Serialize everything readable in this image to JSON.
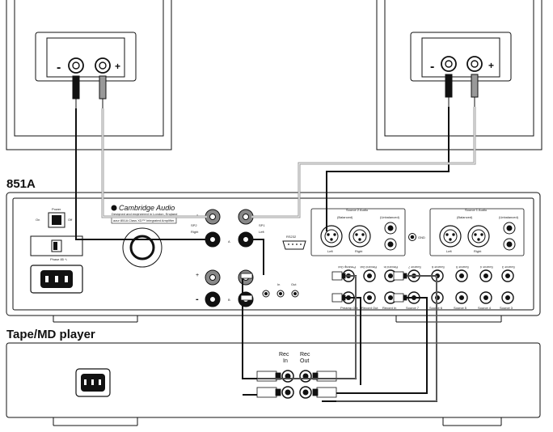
{
  "amplifier": {
    "model_heading": "851A",
    "brand": "Cambridge Audio",
    "brand_tagline": "Designed and engineered in London, England",
    "model_line": "azur 851A Class XD™ Integrated Amplifier",
    "power_label": "Power",
    "power_on": "On",
    "power_off": "Off",
    "voltage_label": "Phase 85 ∿",
    "speaker_terminals": {
      "plus": "+",
      "minus": "-",
      "a": "A",
      "b": "B",
      "right": "Right",
      "left": "Left",
      "spk1": "SP1",
      "spk2": "SP2"
    },
    "rs232_label": "RS232",
    "gnd_label": "GND",
    "source2_title": "Source 2 Audio",
    "source1_title": "Source 1 Audio",
    "balanced_label": "(Balanced)",
    "unbalanced_label": "(Unbalanced)",
    "xlr_left": "Left",
    "xlr_right": "Right",
    "ir_in": "In",
    "ir_out": "Out",
    "rca_top_labels": [
      "Preamp Out",
      "Record Out",
      "Record In",
      "Source 7",
      "Source 6",
      "Source 5",
      "Source 4",
      "Source 3"
    ],
    "rca_bottom_labels": [
      "Preamp Out",
      "Record Out",
      "Record In",
      "Source 7",
      "Source 6",
      "Source 5",
      "Source 4",
      "Source 3"
    ]
  },
  "tape": {
    "heading": "Tape/MD player",
    "rec_in": [
      "Rec",
      "In"
    ],
    "rec_out": [
      "Rec",
      "Out"
    ]
  },
  "speakers": {
    "left_minus": "-",
    "left_plus": "+",
    "right_minus": "-",
    "right_plus": "+"
  }
}
